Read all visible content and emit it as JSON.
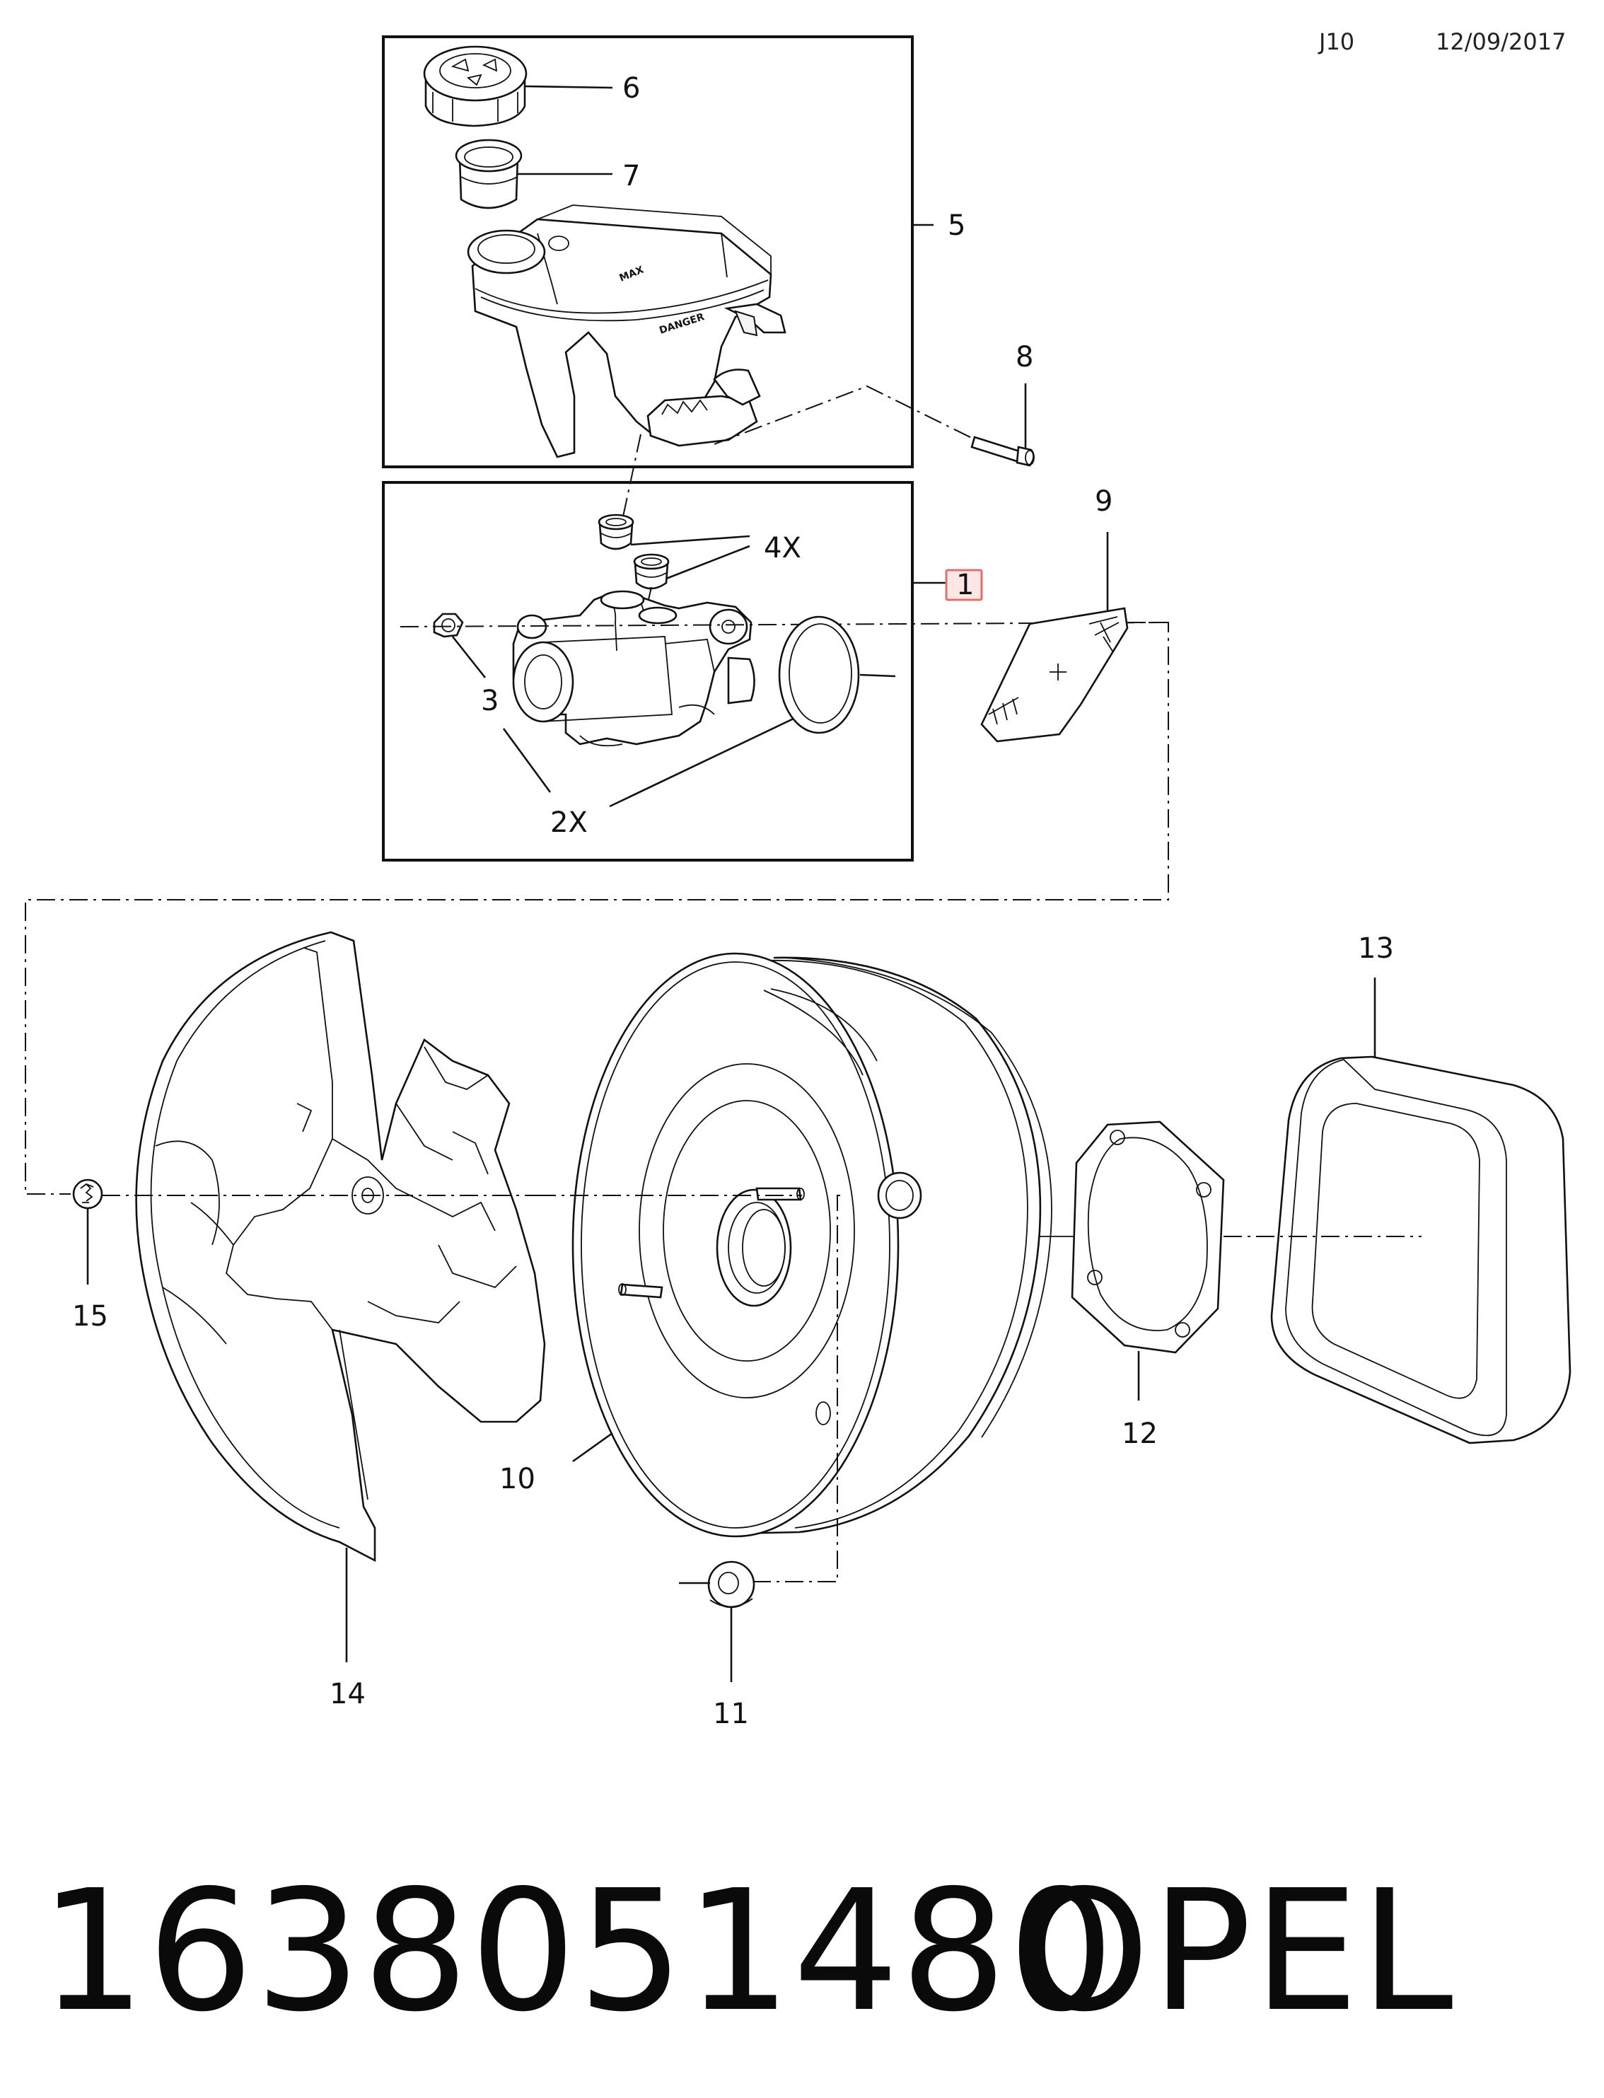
{
  "header": {
    "code": "J10",
    "date": "12/09/2017"
  },
  "callouts": {
    "c1": "1",
    "c2x": "2X",
    "c3": "3",
    "c4x": "4X",
    "c5": "5",
    "c6": "6",
    "c7": "7",
    "c8": "8",
    "c9": "9",
    "c10": "10",
    "c11": "11",
    "c12": "12",
    "c13": "13",
    "c14": "14",
    "c15": "15"
  },
  "footer": {
    "part_number": "1638051480",
    "brand": "OPEL"
  },
  "colors": {
    "highlight_border": "#e07070",
    "highlight_fill": "#fde6e6",
    "ink": "#111111"
  }
}
